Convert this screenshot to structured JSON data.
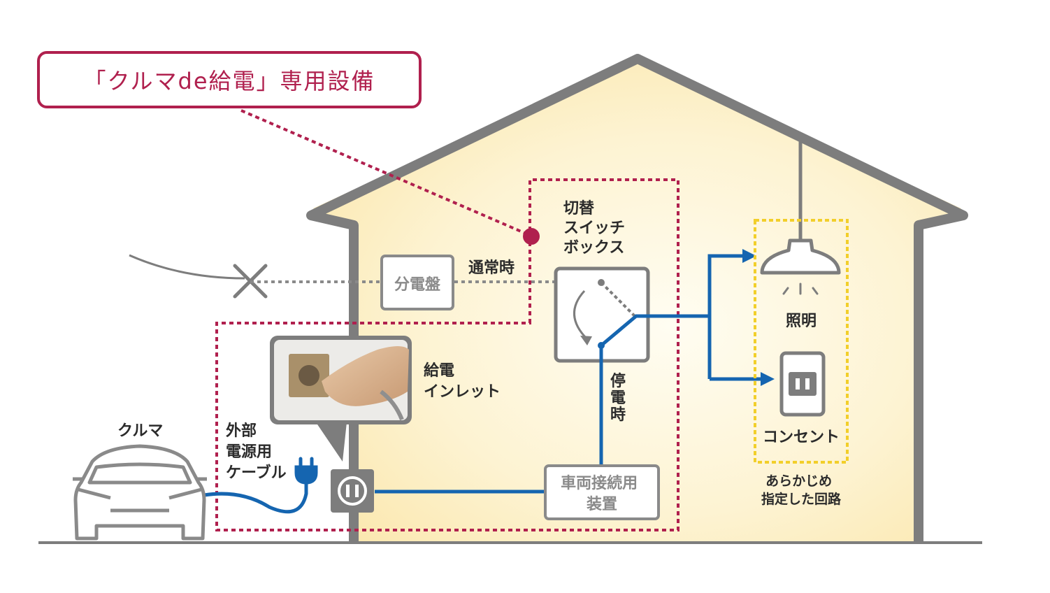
{
  "title": "「クルマde給電」専用設備",
  "labels": {
    "switch_box": [
      "切替",
      "スイッチ",
      "ボックス"
    ],
    "normal": "通常時",
    "panel": "分電盤",
    "inlet": [
      "給電",
      "インレット"
    ],
    "outage": [
      "停",
      "電",
      "時"
    ],
    "car": "クルマ",
    "cable": [
      "外部",
      "電源用",
      "ケーブル"
    ],
    "vehicle_device": [
      "車両接続用",
      "装置"
    ],
    "lighting": "照明",
    "outlet": "コンセント",
    "circuit": [
      "あらかじめ",
      "指定した回路"
    ]
  },
  "colors": {
    "accent": "#b0204e",
    "wire": "#1565b0",
    "house": "#7d7d7d",
    "circuit_box": "#f2cf2a",
    "wall_fill": "#fbeec0"
  }
}
